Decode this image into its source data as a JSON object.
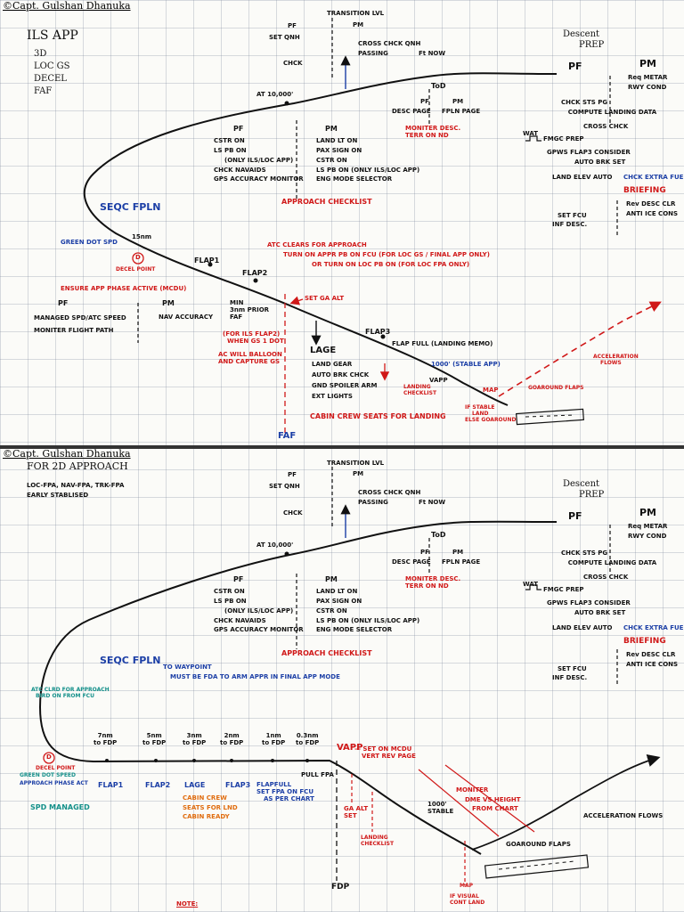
{
  "panel1": {
    "credit": "©Capt. Gulshan Dhanuka",
    "title_lines": [
      "ILS APP",
      "3D",
      "LOC GS",
      "DECEL",
      "FAF"
    ],
    "transition": {
      "pf": "PF",
      "set_qnh": "SET QNH",
      "transition_lvl": "TRANSITION LVL",
      "pm": "PM",
      "cross_check": "CROSS CHCK QNH",
      "passing": "PASSING",
      "ft_now": "Ft NOW",
      "chck": "CHCK"
    },
    "descent_prep": {
      "title": "Descent",
      "title2": "PREP",
      "pf": "PF",
      "pm": "PM",
      "items": [
        "Req METAR",
        "RWY COND"
      ]
    },
    "at_10000": "AT 10,000'",
    "tod": "ToD",
    "desc_page": {
      "pf": "PF",
      "pm": "PM",
      "left": "DESC PAGE",
      "right": "FPLN PAGE"
    },
    "monitor_desc": [
      "MONITER DESC.",
      "TERR ON ND"
    ],
    "checks_pf": {
      "head": "PF",
      "items": [
        "CSTR ON",
        "LS PB ON",
        "(ONLY ILS/LOC APP)",
        "CHCK NAVAIDS",
        "GPS ACCURACY MONITOR"
      ]
    },
    "checks_pm": {
      "head": "PM",
      "items": [
        "LAND LT ON",
        "PAX SIGN ON",
        "CSTR ON",
        "LS PB ON (ONLY ILS/LOC APP)",
        "ENG MODE SELECTOR"
      ]
    },
    "approach_checklist": "APPROACH CHECKLIST",
    "landing_data": [
      "CHCK STS PG",
      "COMPUTE LANDING DATA",
      "CROSS CHCK",
      "FMGC PREP",
      "GPWS FLAP3 CONSIDER",
      "AUTO BRK SET"
    ],
    "wat": "WAT",
    "land_elev": "LAND ELEV AUTO",
    "chck_extra_fuel": "CHCK EXTRA FUEL",
    "briefing": "BRIEFING",
    "rev_desc": [
      "Rev DESC CLR",
      "ANTI ICE CONS"
    ],
    "set_fcu": [
      "SET FCU",
      "INF DESC."
    ],
    "seqc_fpln": "SEQC FPLN",
    "green_dot": "GREEN DOT SPD",
    "fifteen_nm": "15nm",
    "decel_marker": "D",
    "decel_point": "DECEL POINT",
    "flap1": "FLAP1",
    "flap2": "FLAP2",
    "flap3": "FLAP3",
    "atc_clears": [
      "ATC CLEARS FOR APPROACH",
      "TURN ON APPR PB ON FCU (FOR LOC GS / FINAL APP ONLY)",
      "OR TURN ON LOC PB ON (FOR LOC FPA ONLY)"
    ],
    "set_ga_alt": "SET GA ALT",
    "ensure_app": "ENSURE APP PHASE ACTIVE (MCDU)",
    "lower_pf": {
      "head": "PF",
      "items": [
        "MANAGED SPD/ATC SPEED",
        "MONITER FLIGHT PATH"
      ]
    },
    "lower_pm": {
      "head": "PM",
      "items": [
        "NAV ACCURACY"
      ]
    },
    "min_3nm": [
      "MIN",
      "3nm PRIOR",
      "FAF"
    ],
    "ils_flap2": [
      "(FOR ILS FLAP2)",
      "WHEN GS 1 DOT"
    ],
    "balloon": [
      "AC WILL BALLOON",
      "AND CAPTURE GS"
    ],
    "lage": "LAGE",
    "lage_items": [
      "LAND GEAR",
      "AUTO BRK CHCK",
      "GND SPOILER ARM",
      "EXT LIGHTS"
    ],
    "cabin_crew": "CABIN CREW SEATS FOR LANDING",
    "faf": "FAF",
    "flap_full": "FLAP FULL (LANDING MEMO)",
    "stable_app": "1000' (STABLE APP)",
    "vapp": "VAPP",
    "landing_checklist": [
      "LANDING",
      "CHECKLIST"
    ],
    "map": "MAP",
    "if_stable": [
      "IF STABLE",
      "LAND",
      "ELSE GOAROUND"
    ],
    "acceleration": [
      "ACCELERATION",
      "FLOWS"
    ],
    "goaround_flaps": "GOAROUND FLAPS"
  },
  "panel2": {
    "credit": "©Capt. Gulshan Dhanuka",
    "title": "FOR 2D APPROACH",
    "subtitle_lines": [
      "LOC-FPA, NAV-FPA, TRK-FPA",
      "EARLY STABLISED"
    ],
    "transition": {
      "pf": "PF",
      "set_qnh": "SET QNH",
      "transition_lvl": "TRANSITION LVL",
      "pm": "PM",
      "cross_check": "CROSS CHCK QNH",
      "passing": "PASSING",
      "ft_now": "Ft NOW",
      "chck": "CHCK"
    },
    "descent_prep": {
      "title": "Descent",
      "title2": "PREP",
      "pf": "PF",
      "pm": "PM",
      "items": [
        "Req METAR",
        "RWY COND"
      ]
    },
    "at_10000": "AT 10,000'",
    "tod": "ToD",
    "desc_page": {
      "pf": "PF",
      "pm": "PM",
      "left": "DESC PAGE",
      "right": "FPLN PAGE"
    },
    "monitor_desc": [
      "MONITER DESC.",
      "TERR ON ND"
    ],
    "checks_pf": {
      "head": "PF",
      "items": [
        "CSTR ON",
        "LS PB ON",
        "(ONLY ILS/LOC APP)",
        "CHCK NAVAIDS",
        "GPS ACCURACY MONITOR"
      ]
    },
    "checks_pm": {
      "head": "PM",
      "items": [
        "LAND LT ON",
        "PAX SIGN ON",
        "CSTR ON",
        "LS PB ON (ONLY ILS/LOC APP)",
        "ENG MODE SELECTOR"
      ]
    },
    "approach_checklist": "APPROACH CHECKLIST",
    "landing_data": [
      "CHCK STS PG",
      "COMPUTE LANDING DATA",
      "CROSS CHCK",
      "FMGC PREP",
      "GPWS FLAP3 CONSIDER",
      "AUTO BRK SET"
    ],
    "wat": "WAT",
    "land_elev": "LAND ELEV AUTO",
    "chck_extra_fuel": "CHCK EXTRA FUEL",
    "briefing": "BRIEFING",
    "rev_desc": [
      "Rev DESC CLR",
      "ANTI ICE CONS"
    ],
    "set_fcu": [
      "SET FCU",
      "INF DESC."
    ],
    "seqc_fpln": "SEQC FPLN",
    "to_waypoint": [
      "TO WAYPOINT",
      "MUST BE FDA TO ARM APPR IN FINAL APP MODE"
    ],
    "atc_clrd": [
      "ATC CLRD FOR APPROACH",
      "BIRD ON FROM FCU"
    ],
    "decel_marker": "D",
    "decel_block": [
      "DECEL POINT",
      "GREEN DOT SPEED",
      "APPROACH PHASE ACT"
    ],
    "spd_managed": "SPD MANAGED",
    "distances": [
      {
        "a": "7nm",
        "b": "to FDP"
      },
      {
        "a": "5nm",
        "b": "to FDP"
      },
      {
        "a": "3nm",
        "b": "to FDP"
      },
      {
        "a": "2nm",
        "b": "to FDP"
      },
      {
        "a": "1nm",
        "b": "to FDP"
      },
      {
        "a": "0.3nm",
        "b": "to FDP"
      }
    ],
    "flap1": "FLAP1",
    "flap2": "FLAP2",
    "lage": "LAGE",
    "cabin_crew": [
      "CABIN CREW",
      "SEATS FOR LND",
      "CABIN READY"
    ],
    "flap3": "FLAP3",
    "flapfull": [
      "FLAPFULL",
      "SET FPA ON FCU",
      "AS PER CHART"
    ],
    "pull_fpa": "PULL FPA",
    "vapp": "VAPP",
    "vapp_note": [
      "— SET ON MCDU",
      "VERT REV PAGE"
    ],
    "ga_alt": [
      "GA ALT",
      "SET"
    ],
    "landing_checklist": [
      "LANDING",
      "CHECKLIST"
    ],
    "stable": [
      "1000'",
      "STABLE"
    ],
    "moniter": [
      "MONITER",
      "DME VS HEIGHT",
      "FROM CHART"
    ],
    "acceleration": "ACCELERATION FLOWS",
    "goaround_flaps": "GOAROUND FLAPS",
    "map": "MAP",
    "if_visual": [
      "IF VISUAL",
      "CONT LAND"
    ],
    "fdp": "FDP",
    "note": "NOTE:"
  }
}
